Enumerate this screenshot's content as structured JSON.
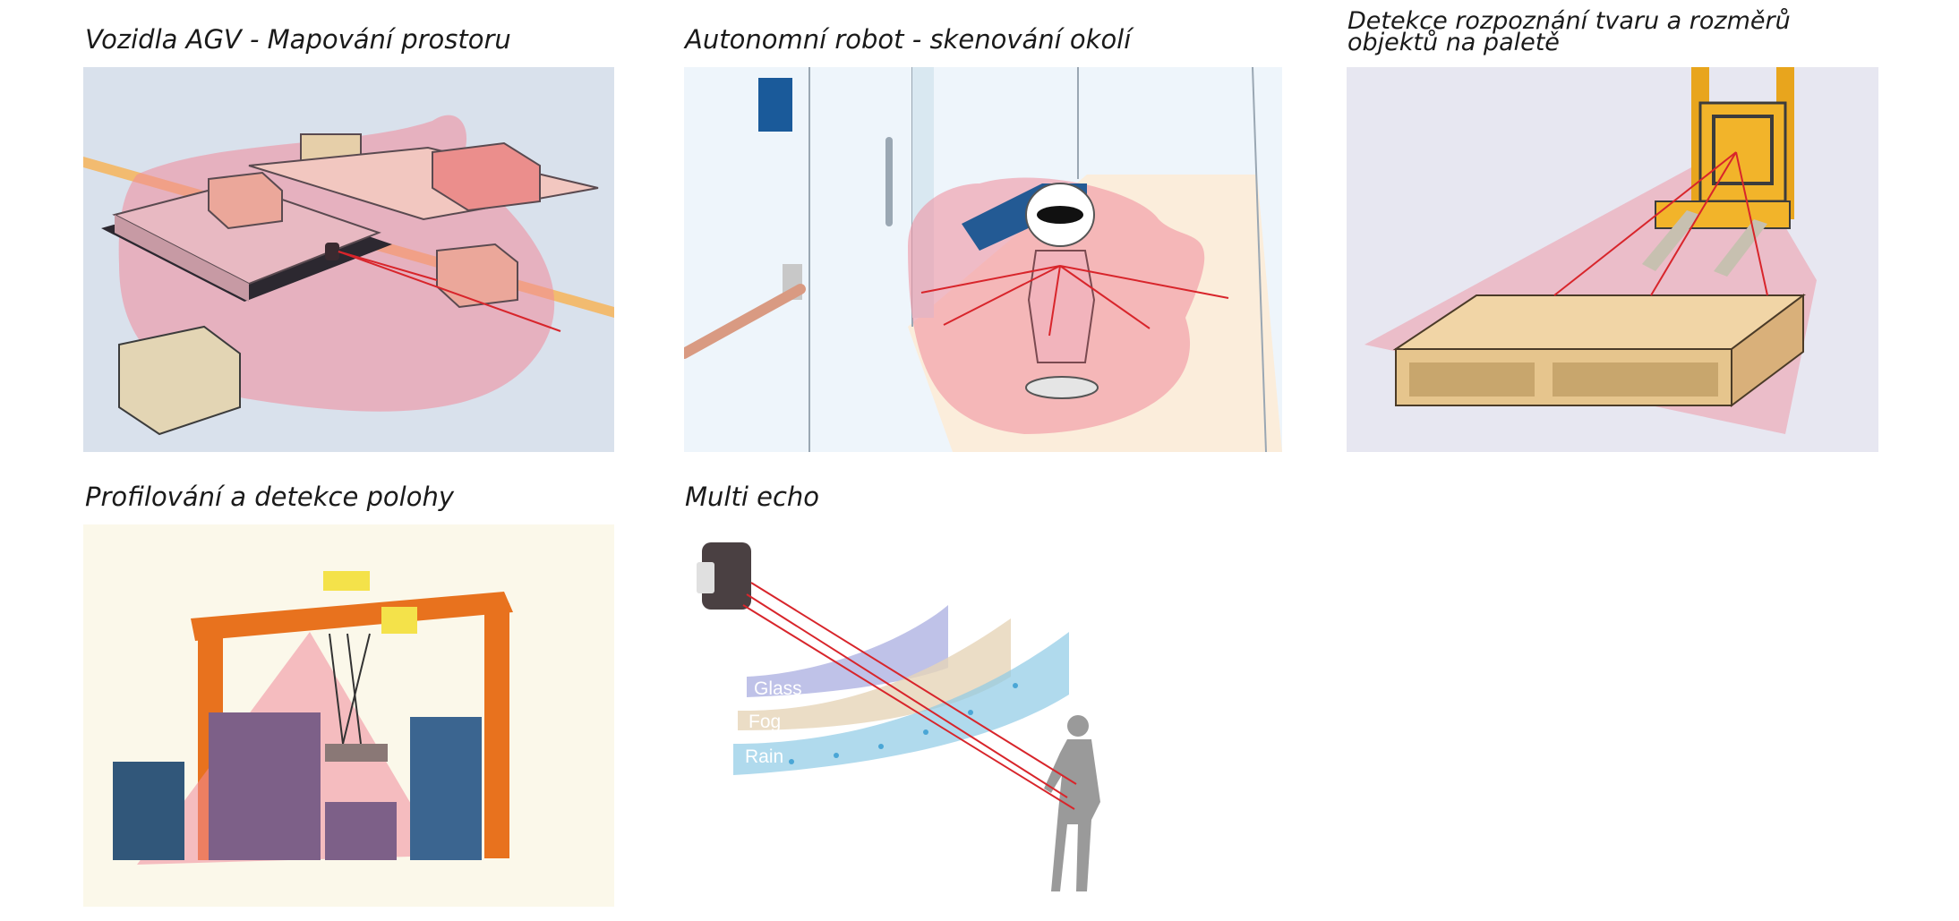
{
  "panels": [
    {
      "id": "agv",
      "caption": "Vozidla AGV - Mapování prostoru",
      "illustration": "agv-mapping-illustration"
    },
    {
      "id": "robot",
      "caption": "Autonomní robot - skenování okolí",
      "illustration": "autonomous-robot-illustration"
    },
    {
      "id": "pallet",
      "caption": "Detekce rozpoznání tvaru a rozměrů objektů na paletě",
      "illustration": "forklift-pallet-illustration"
    },
    {
      "id": "crane",
      "caption": "Profilování a detekce polohy",
      "illustration": "gantry-crane-illustration"
    },
    {
      "id": "echo",
      "caption": "Multi echo",
      "illustration": "multi-echo-illustration",
      "layers": [
        "Glass",
        "Fog",
        "Rain"
      ]
    }
  ],
  "colors": {
    "scan": "#f08a9a",
    "beam": "#d8252b",
    "agv_bg": "#d9e1ec",
    "robot_bg": "#eef5fb",
    "pallet_bg": "#e7e7f1",
    "crane_bg": "#fbf8ea",
    "glass": "#a9aee0",
    "fog": "#e6d4b8",
    "rain": "#8fcbe6"
  }
}
